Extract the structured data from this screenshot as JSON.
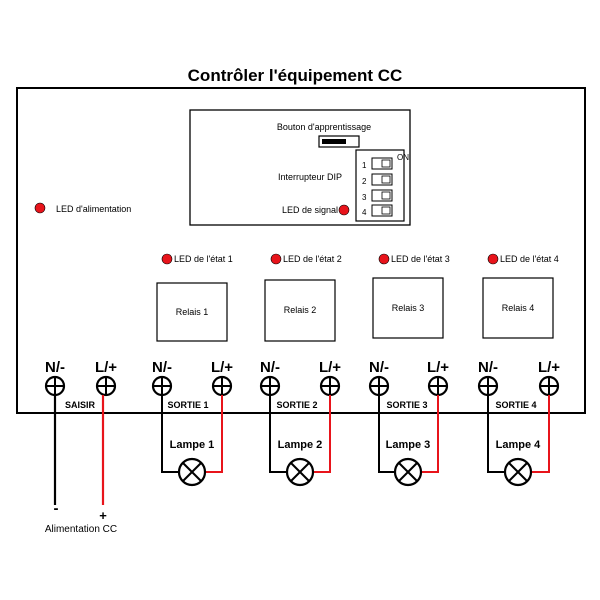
{
  "title": "Contrôler l'équipement CC",
  "module": {
    "learn_button_label": "Bouton d'apprentissage",
    "dip_switch_label": "Interrupteur DIP",
    "dip_on_label": "ON",
    "dip_numbers": [
      "1",
      "2",
      "3",
      "4"
    ],
    "signal_led_label": "LED de signal"
  },
  "power_led_label": "LED d'alimentation",
  "status_leds": [
    "LED de l'état 1",
    "LED de l'état 2",
    "LED de l'état 3",
    "LED de l'état 4"
  ],
  "relays": [
    "Relais 1",
    "Relais 2",
    "Relais 3",
    "Relais 4"
  ],
  "terminal_groups": [
    {
      "label": "SAISIR",
      "neg": "N/-",
      "pos": "L/+"
    },
    {
      "label": "SORTIE 1",
      "neg": "N/-",
      "pos": "L/+"
    },
    {
      "label": "SORTIE 2",
      "neg": "N/-",
      "pos": "L/+"
    },
    {
      "label": "SORTIE 3",
      "neg": "N/-",
      "pos": "L/+"
    },
    {
      "label": "SORTIE 4",
      "neg": "N/-",
      "pos": "L/+"
    }
  ],
  "lamps": [
    "Lampe 1",
    "Lampe 2",
    "Lampe 3",
    "Lampe 4"
  ],
  "power_supply": {
    "minus": "-",
    "plus": "+",
    "label": "Alimentation CC"
  },
  "colors": {
    "led": "#e8141b",
    "wire_red": "#e8141b",
    "wire_black": "#000000"
  }
}
